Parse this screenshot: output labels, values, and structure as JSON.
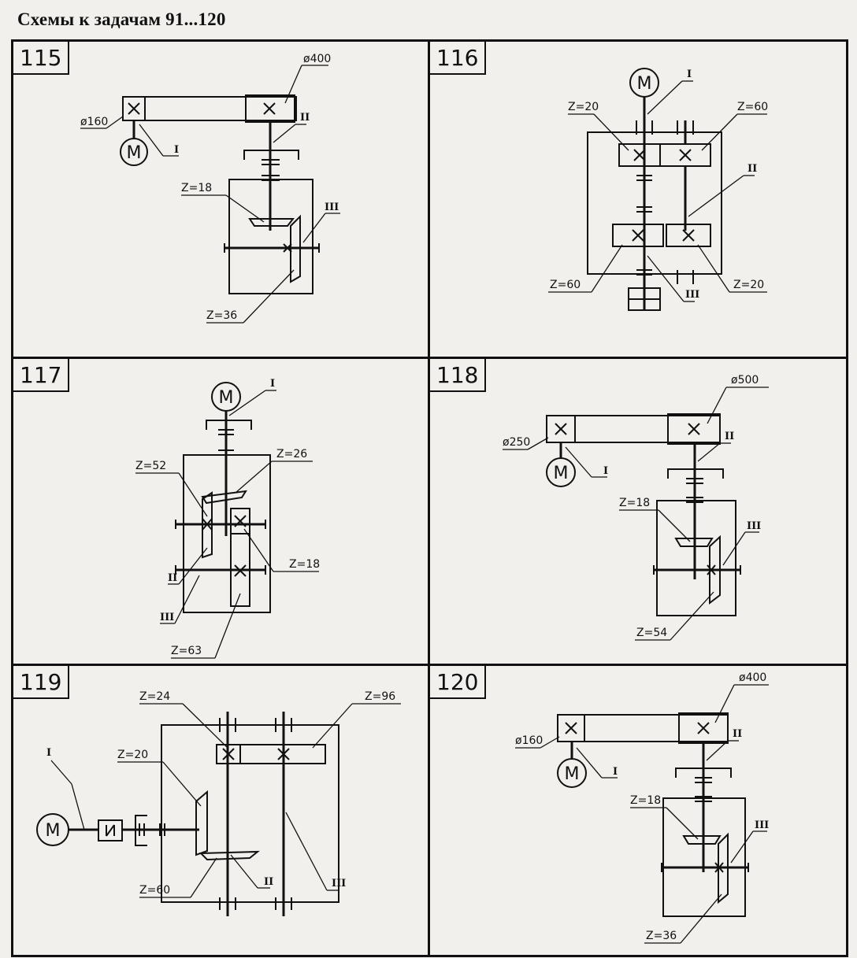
{
  "page": {
    "title": "Схемы к задачам 91...120"
  },
  "schemes": [
    {
      "number": "115",
      "labels": {
        "motor": "M",
        "pulley_small": "ø160",
        "pulley_big": "ø400",
        "z_pinion": "Z=18",
        "z_wheel": "Z=36",
        "shaft_1": "I",
        "shaft_2": "II",
        "shaft_3": "III"
      }
    },
    {
      "number": "116",
      "labels": {
        "motor": "M",
        "z_a": "Z=20",
        "z_b": "Z=60",
        "z_c": "Z=60",
        "z_d": "Z=20",
        "shaft_1": "I",
        "shaft_2": "II",
        "shaft_3": "III"
      }
    },
    {
      "number": "117",
      "labels": {
        "motor": "M",
        "z_bevel_big": "Z=52",
        "z_bevel_small": "Z=26",
        "z_spur_small": "Z=18",
        "z_spur_big": "Z=63",
        "shaft_1": "I",
        "shaft_2": "II",
        "shaft_3": "III"
      }
    },
    {
      "number": "118",
      "labels": {
        "motor": "M",
        "pulley_small": "ø250",
        "pulley_big": "ø500",
        "z_pinion": "Z=18",
        "z_wheel": "Z=54",
        "shaft_1": "I",
        "shaft_2": "II",
        "shaft_3": "III"
      }
    },
    {
      "number": "119",
      "labels": {
        "motor": "M",
        "z_spur_small": "Z=24",
        "z_spur_big": "Z=96",
        "z_bevel_small": "Z=20",
        "z_bevel_big": "Z=60",
        "shaft_1": "I",
        "shaft_2": "II",
        "shaft_3": "III"
      }
    },
    {
      "number": "120",
      "labels": {
        "motor": "M",
        "pulley_small": "ø160",
        "pulley_big": "ø400",
        "z_pinion": "Z=18",
        "z_wheel": "Z=36",
        "shaft_1": "I",
        "shaft_2": "II",
        "shaft_3": "III"
      }
    }
  ]
}
